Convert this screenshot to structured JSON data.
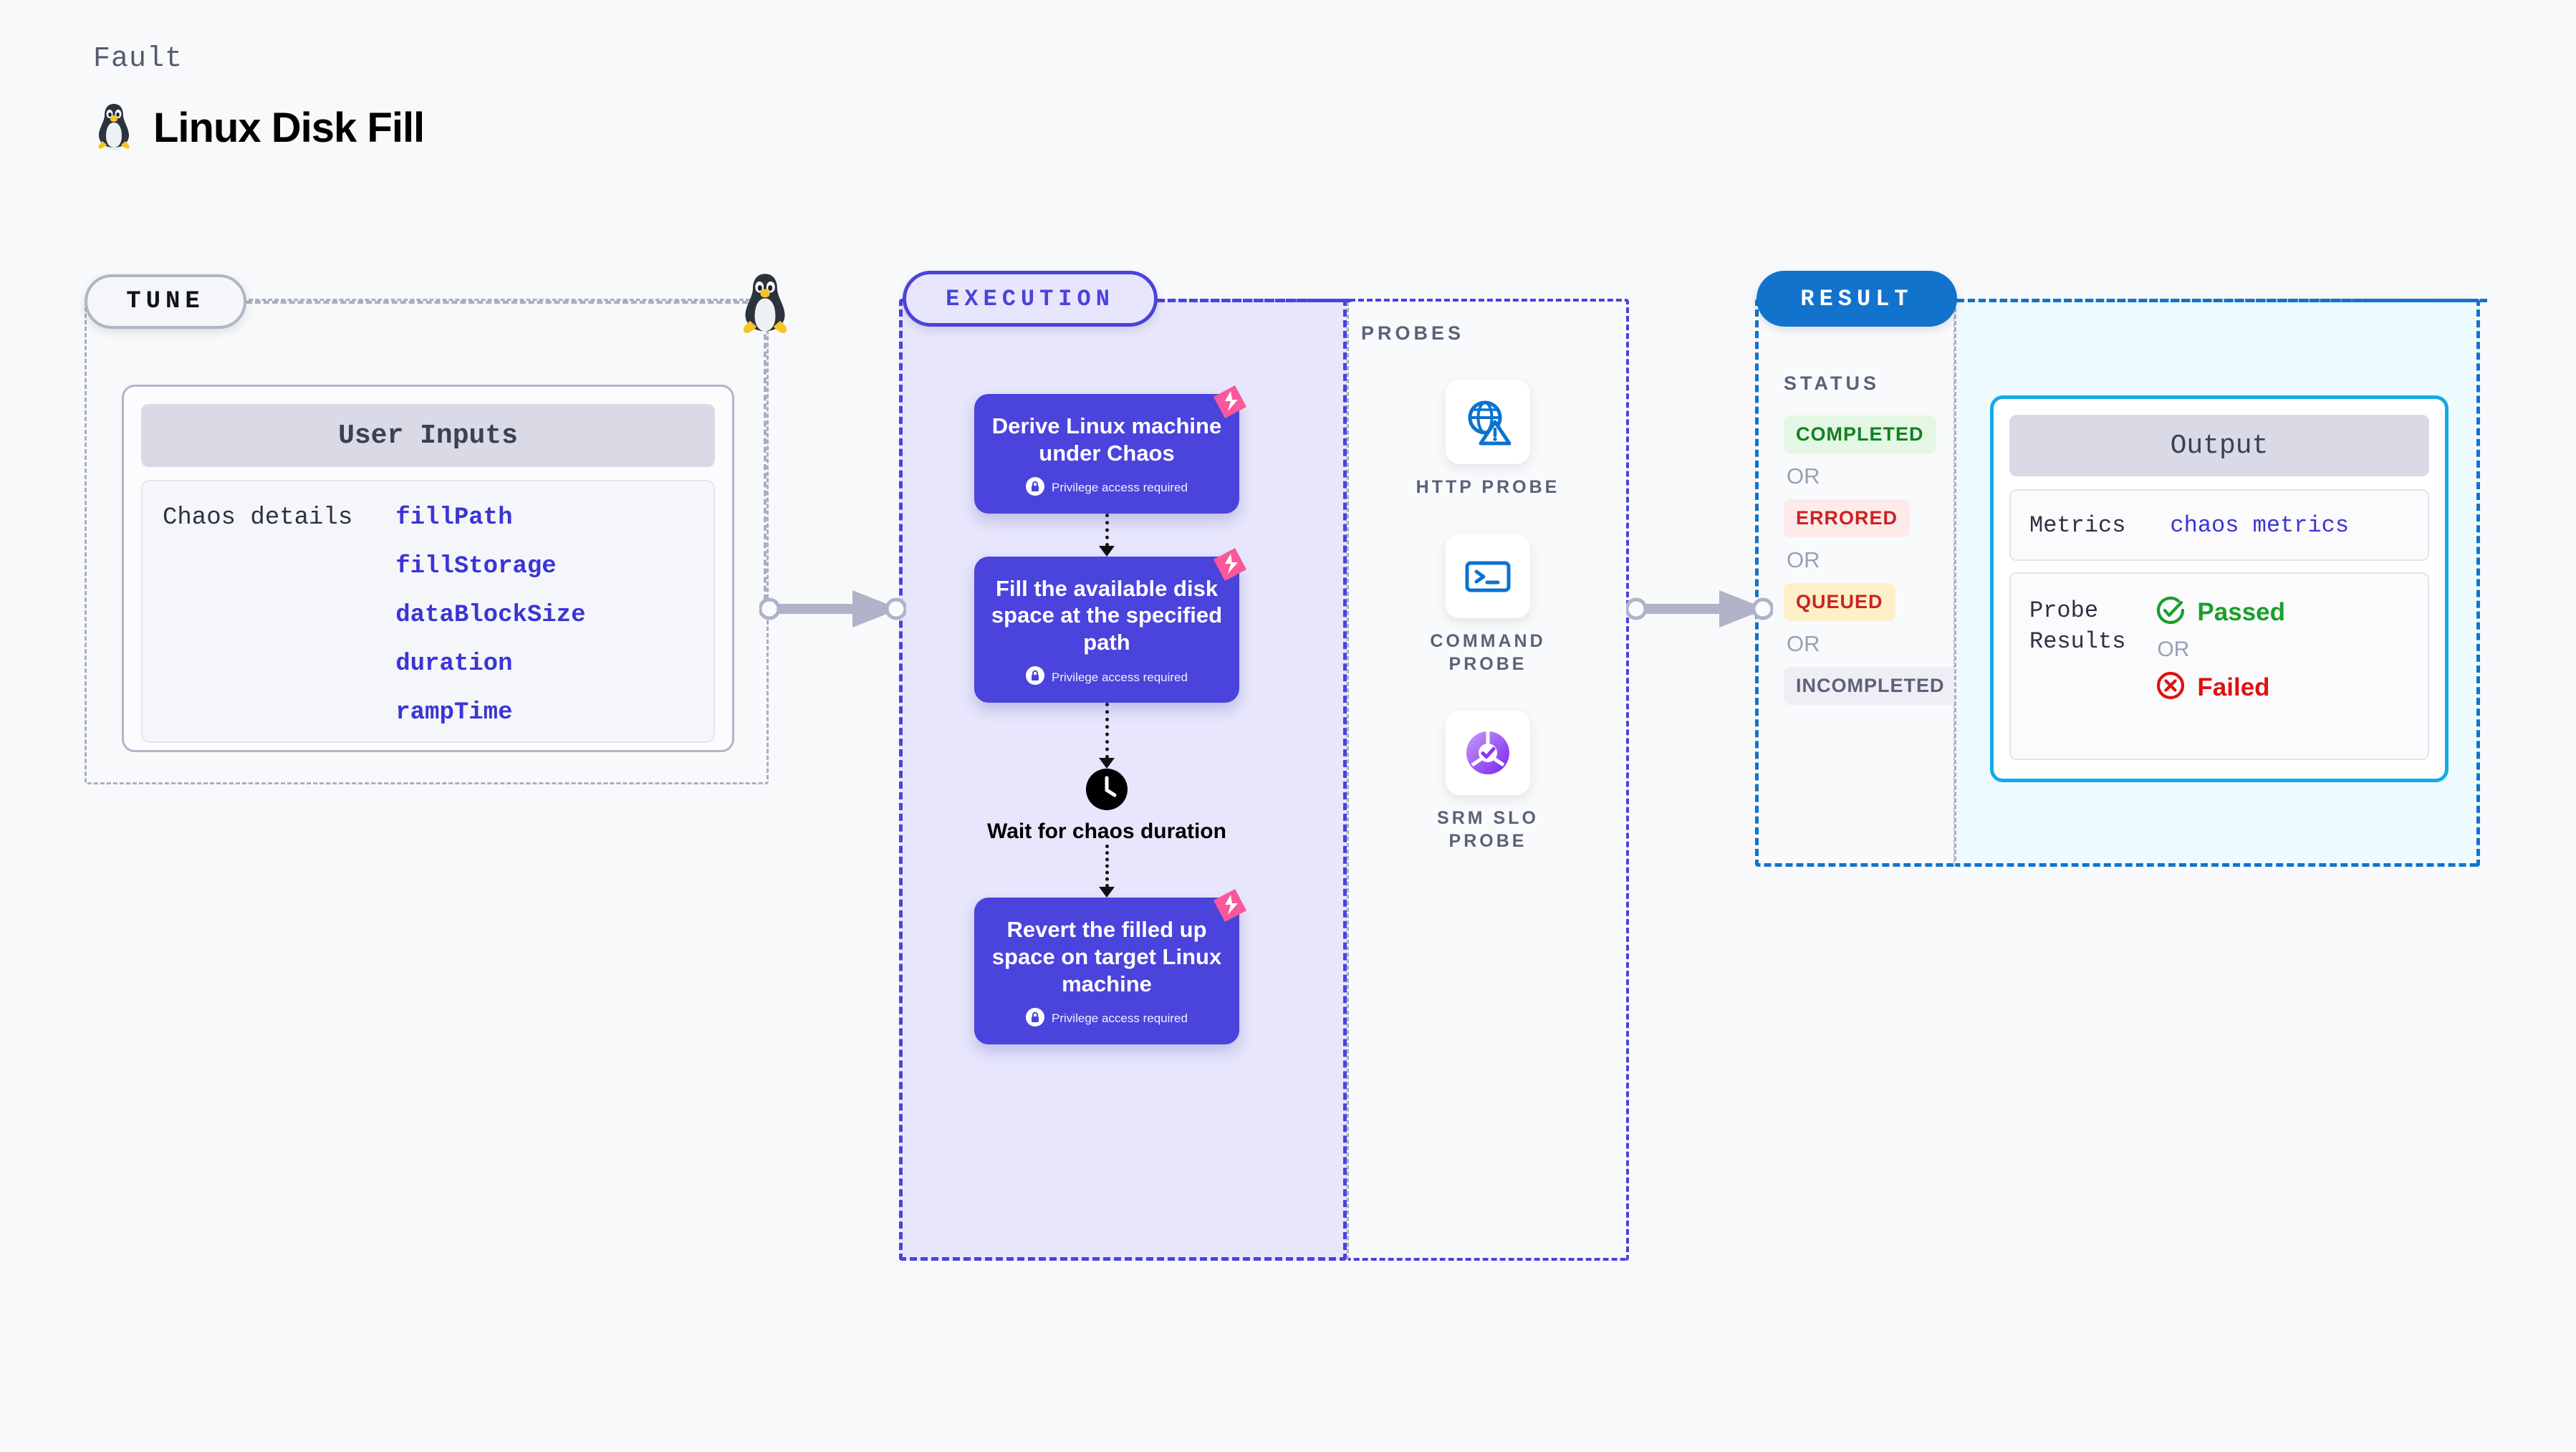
{
  "header": {
    "eyebrow": "Fault",
    "title": "Linux Disk Fill",
    "icon": "linux-penguin-icon"
  },
  "tune": {
    "pill_label": "TUNE",
    "card": {
      "heading": "User Inputs",
      "row_label": "Chaos details",
      "params": [
        "fillPath",
        "fillStorage",
        "dataBlockSize",
        "duration",
        "rampTime"
      ]
    }
  },
  "execution": {
    "pill_label": "EXECUTION",
    "privilege_note": "Privilege access required",
    "steps": [
      {
        "title": "Derive Linux machine under Chaos",
        "privileged": true,
        "badge": "chaos-experiment-icon"
      },
      {
        "title": "Fill the available disk space at the specified path",
        "privileged": true,
        "badge": "chaos-experiment-icon"
      }
    ],
    "wait_node": {
      "label": "Wait for chaos duration",
      "icon": "clock-icon"
    },
    "final_step": {
      "title": "Revert the filled up space on target Linux machine",
      "privileged": true,
      "badge": "chaos-experiment-icon"
    }
  },
  "probes": {
    "section_label": "PROBES",
    "items": [
      {
        "label": "HTTP PROBE",
        "icon": "globe-warning-icon"
      },
      {
        "label": "COMMAND PROBE",
        "icon": "terminal-icon"
      },
      {
        "label": "SRM SLO PROBE",
        "icon": "slo-donut-check-icon"
      }
    ]
  },
  "result": {
    "pill_label": "RESULT",
    "status_label": "STATUS",
    "or_text": "OR",
    "statuses": [
      {
        "label": "COMPLETED",
        "color": "#128023",
        "bg": "#e3f7e4"
      },
      {
        "label": "ERRORED",
        "color": "#cc2222",
        "bg": "#fdeaea"
      },
      {
        "label": "QUEUED",
        "color": "#cc2222",
        "bg": "#fdf0c9"
      },
      {
        "label": "INCOMPLETED",
        "color": "#5b6178",
        "bg": "#eeeef4"
      }
    ]
  },
  "output": {
    "heading": "Output",
    "metrics_key": "Metrics",
    "metrics_value": "chaos metrics",
    "probe_results_key": "Probe Results",
    "or_text": "OR",
    "passed_label": "Passed",
    "failed_label": "Failed"
  },
  "colors": {
    "execution_accent": "#4a43dc",
    "result_accent": "#1273cc",
    "output_border": "#15a9e8",
    "tune_accent": "#a9aec0",
    "param_text": "#3b35d4",
    "badge_pink": "#f9589a"
  }
}
